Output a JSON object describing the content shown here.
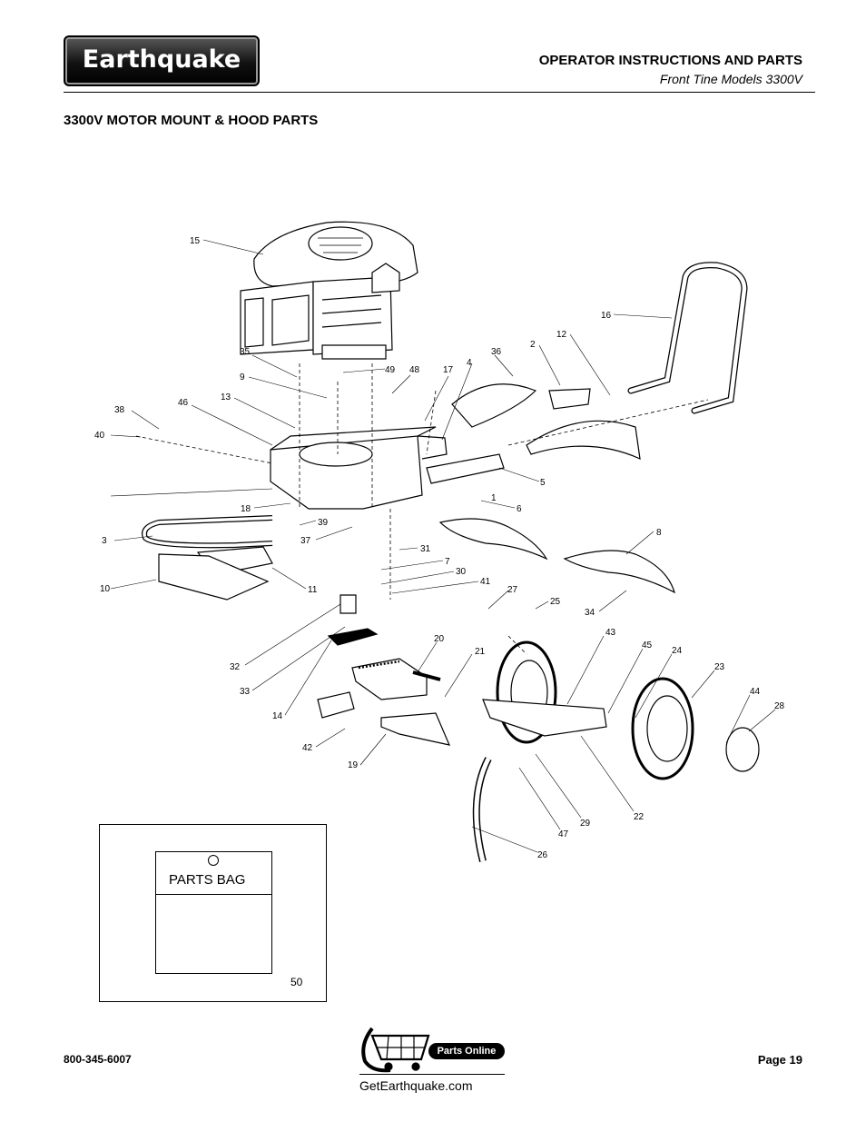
{
  "header": {
    "logo_text": "Earthquake",
    "title": "OPERATOR INSTRUCTIONS AND PARTS",
    "subtitle": "Front Tine Models 3300V"
  },
  "section_title": "3300V MOTOR MOUNT & HOOD PARTS",
  "diagram": {
    "part_labels": [
      "1",
      "2",
      "3",
      "4",
      "5",
      "6",
      "7",
      "8",
      "9",
      "10",
      "11",
      "12",
      "13",
      "14",
      "15",
      "16",
      "17",
      "18",
      "19",
      "20",
      "21",
      "22",
      "23",
      "24",
      "25",
      "26",
      "27",
      "28",
      "29",
      "30",
      "31",
      "32",
      "33",
      "34",
      "35",
      "36",
      "37",
      "38",
      "39",
      "40",
      "41",
      "42",
      "43",
      "44",
      "45",
      "46",
      "47",
      "48",
      "49"
    ]
  },
  "parts_bag": {
    "label": "PARTS BAG",
    "number": "50"
  },
  "footer": {
    "phone": "800-345-6007",
    "page": "Page 19",
    "badge": "Parts Online",
    "website": "GetEarthquake.com"
  }
}
